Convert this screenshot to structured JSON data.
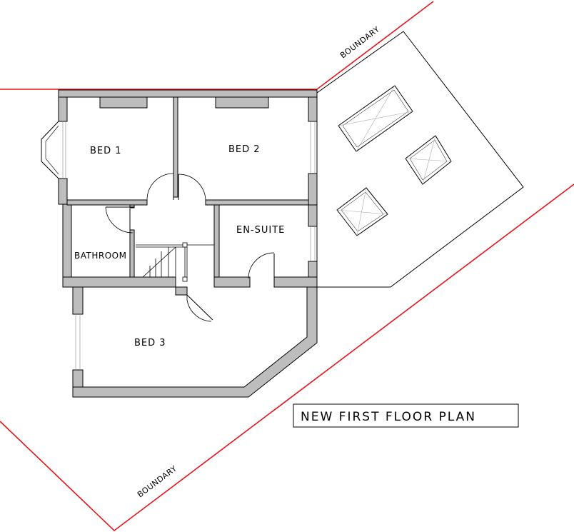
{
  "drawing": {
    "title": "NEW FIRST FLOOR PLAN",
    "rooms": {
      "bed1": "BED 1",
      "bed2": "BED 2",
      "bathroom": "BATHROOM",
      "ensuite": "EN-SUITE",
      "bed3": "BED 3"
    },
    "boundary_top": "BOUNDARY",
    "boundary_bottom": "BOUNDARY"
  },
  "colors": {
    "boundary": "#e8141a",
    "wall_fill": "#bdbdbd",
    "line": "#000000"
  }
}
